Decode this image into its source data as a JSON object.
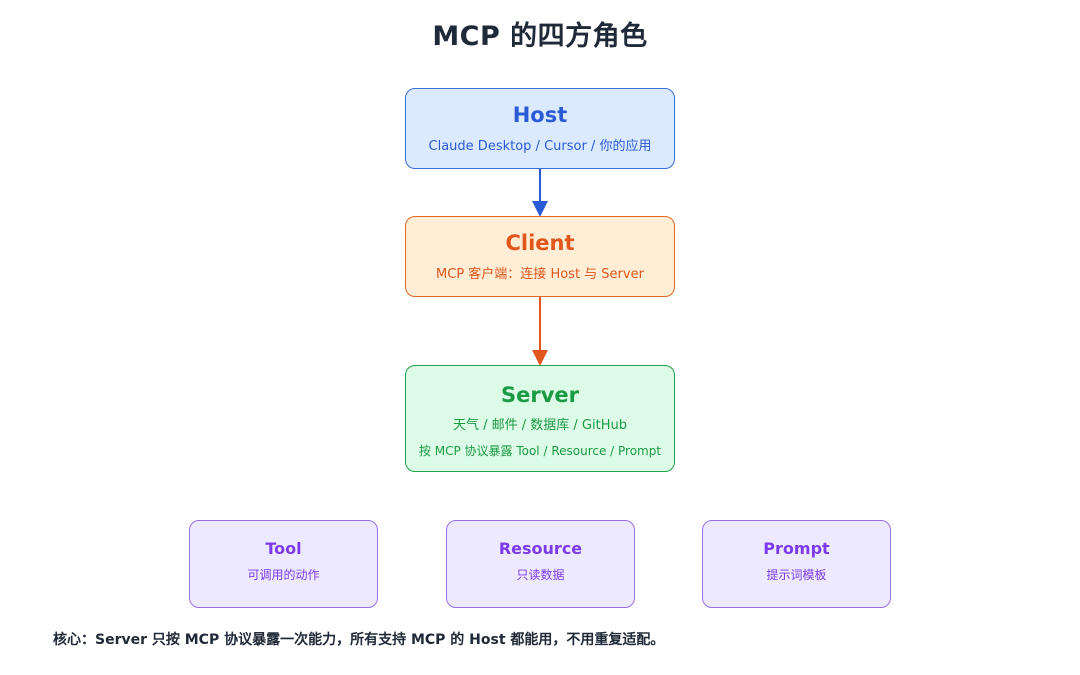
{
  "title": "MCP 的四方角色",
  "host": {
    "name": "Host",
    "desc": "Claude Desktop / Cursor / 你的应用"
  },
  "client": {
    "name": "Client",
    "desc": "MCP 客户端：连接 Host 与 Server"
  },
  "server": {
    "name": "Server",
    "desc": "天气 / 邮件 / 数据库 / GitHub",
    "desc2": "按 MCP 协议暴露 Tool / Resource / Prompt"
  },
  "capabilities": [
    {
      "name": "Tool",
      "desc": "可调用的动作"
    },
    {
      "name": "Resource",
      "desc": "只读数据"
    },
    {
      "name": "Prompt",
      "desc": "提示词模板"
    }
  ],
  "footer": "核心：Server 只按 MCP 协议暴露一次能力，所有支持 MCP 的 Host 都能用，不用重复适配。",
  "colors": {
    "host": "#2a5bd7",
    "client": "#e0561c",
    "server": "#1b9a44",
    "capability": "#7c3aed"
  }
}
